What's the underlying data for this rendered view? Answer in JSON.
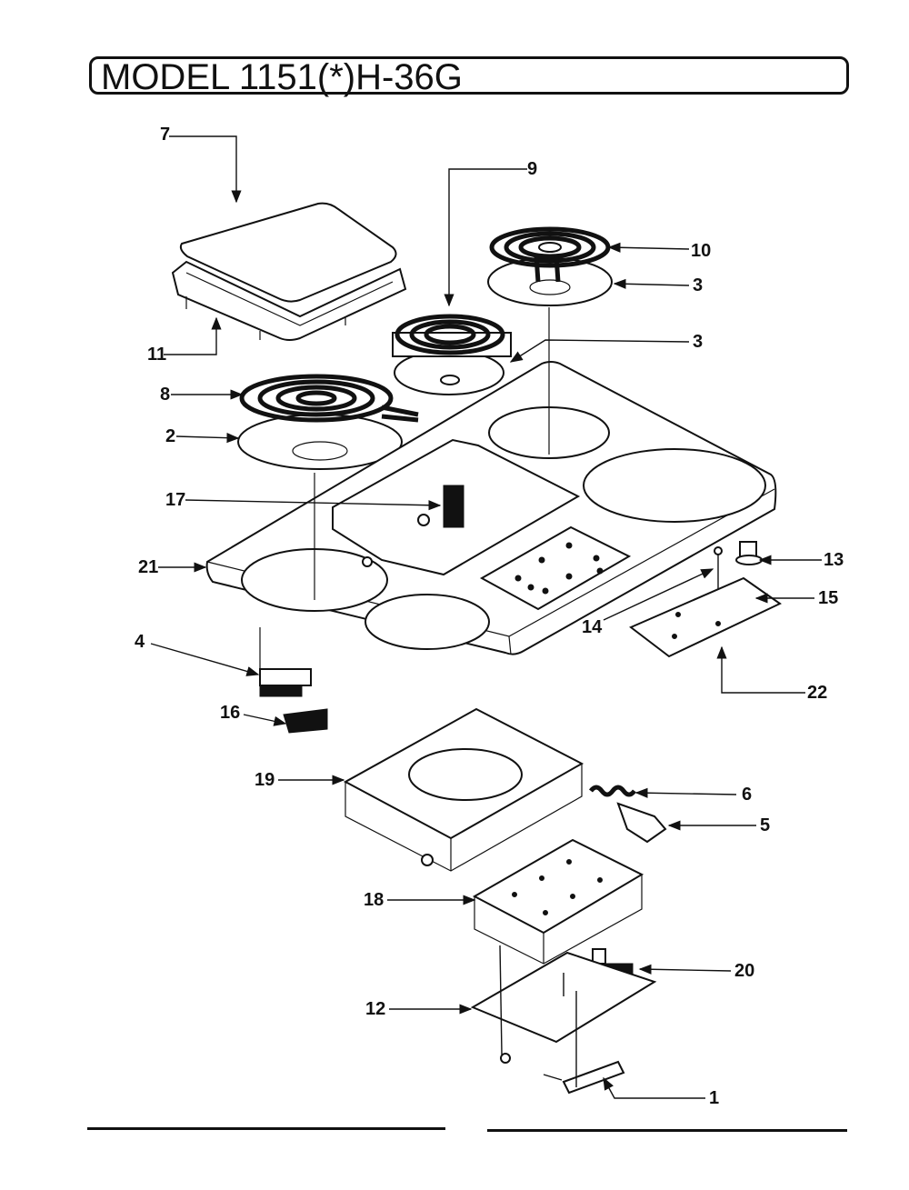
{
  "title": "MODEL 1151(*)H-36G",
  "callouts": [
    "7",
    "9",
    "10",
    "3",
    "3",
    "11",
    "8",
    "2",
    "17",
    "21",
    "13",
    "15",
    "14",
    "22",
    "4",
    "16",
    "19",
    "6",
    "5",
    "18",
    "20",
    "12",
    "1"
  ]
}
